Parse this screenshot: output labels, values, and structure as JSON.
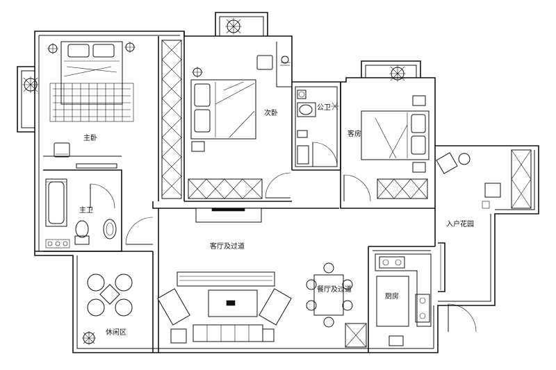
{
  "rooms": {
    "master_bedroom": "主卧",
    "second_bedroom": "次卧",
    "guest_room": "客房",
    "public_bath": "公卫",
    "master_bath": "主卫",
    "living": "客厅及过道",
    "dining": "餐厅及过道",
    "kitchen": "厨房",
    "balcony": "休闲区",
    "entrance": "入户花园"
  },
  "colors": {
    "line": "#111111",
    "background": "#ffffff"
  },
  "icons": [
    "potted-plant-icon",
    "lamp-icon",
    "chair-icon",
    "sofa-icon",
    "table-icon",
    "toilet-icon",
    "bathtub-icon",
    "sink-icon",
    "bed-icon",
    "wardrobe-icon",
    "door-swing-icon"
  ]
}
